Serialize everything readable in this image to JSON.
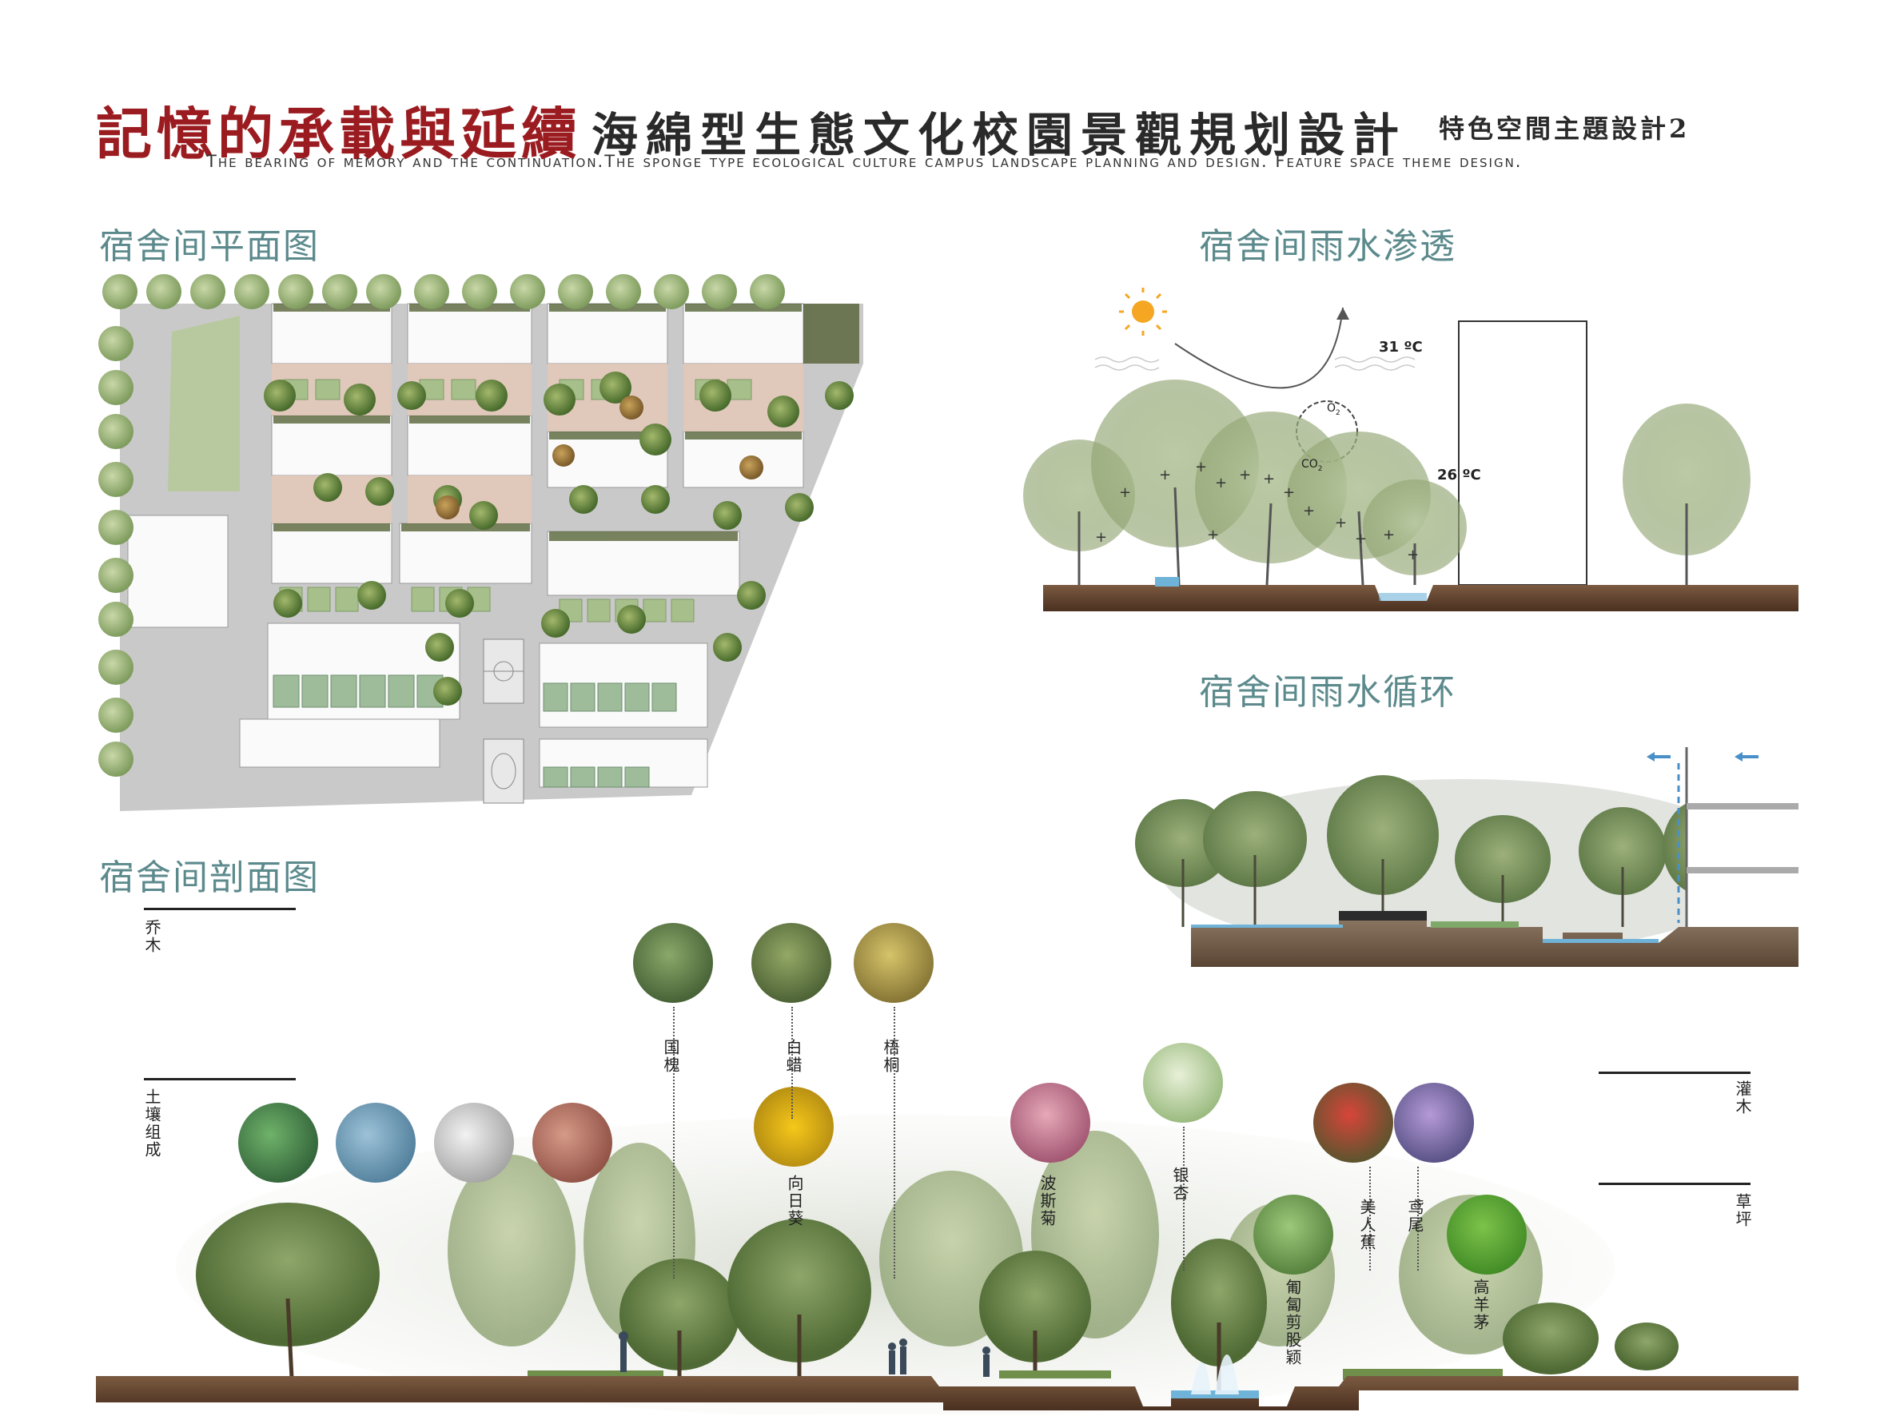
{
  "header": {
    "title_red": "記憶的承載與延續",
    "title_main": "海綿型生態文化校園景觀規划設計",
    "subtitle": "特色空間主題設計2",
    "english": "The bearing of memory and the continuation.The sponge type ecological culture campus landscape planning and design. Feature space theme design."
  },
  "sections": {
    "plan": "宿舍间平面图",
    "infiltration": "宿舍间雨水渗透",
    "circulation": "宿舍间雨水循环",
    "section": "宿舍间剖面图"
  },
  "infiltration_labels": {
    "temp_high": "31 ºC",
    "temp_low": "26 ºC",
    "o2": "O",
    "o2_sub": "2",
    "co2": "CO",
    "co2_sub": "2"
  },
  "section_labels": {
    "tree": "乔木",
    "soil": "土壤组成",
    "shrub": "灌木",
    "lawn": "草坪"
  },
  "plants": {
    "guohuai": "国槐",
    "baila": "白蜡",
    "wutong": "梧桐",
    "xiangrikui": "向日葵",
    "bosijv": "波斯菊",
    "yinxing": "银杏",
    "meirenjiao": "美人蕉",
    "yuanwei": "鸢尾",
    "putaocao": "匍匐剪股颖",
    "gaoshuaiyangmao": "高羊茅"
  },
  "colors": {
    "title_red": "#9b1c20",
    "section_teal": "#5c8a8c",
    "soil_brown": "#6b4a34",
    "tree_green": "#5a7a3a"
  }
}
